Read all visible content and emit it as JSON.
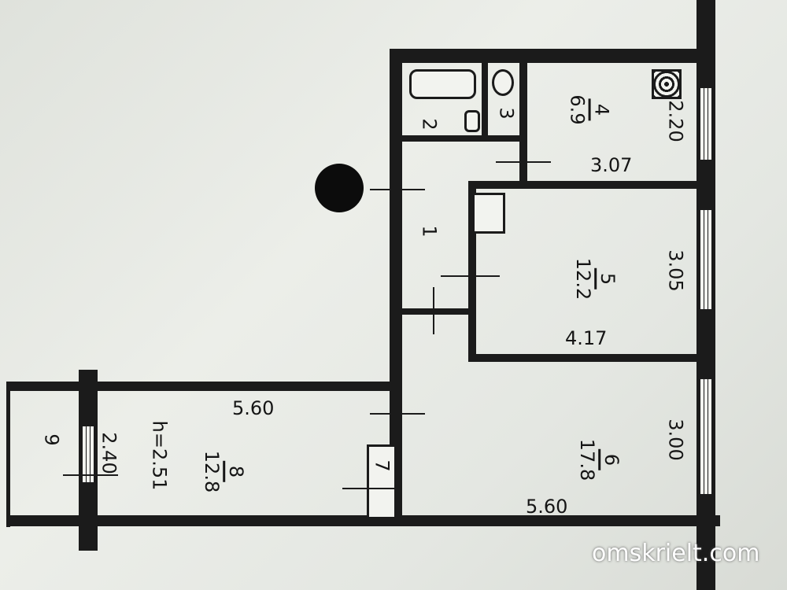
{
  "rooms": [
    {
      "number": "1"
    },
    {
      "number": "2"
    },
    {
      "number": "3"
    },
    {
      "number": "4",
      "area": "6.9"
    },
    {
      "number": "5",
      "area": "12.2"
    },
    {
      "number": "6",
      "area": "17.8"
    },
    {
      "number": "7"
    },
    {
      "number": "8",
      "area": "12.8"
    },
    {
      "number": "9"
    }
  ],
  "dimensions": {
    "kitchen_width": "2.20",
    "kitchen_length": "3.07",
    "room5_width": "3.05",
    "room5_length": "4.17",
    "room6_width": "3.00",
    "room6_length": "5.60",
    "room8_length": "5.60",
    "balcony_width": "2.40",
    "ceiling_height": "h=2.51"
  },
  "watermark": "omskrielt.com"
}
